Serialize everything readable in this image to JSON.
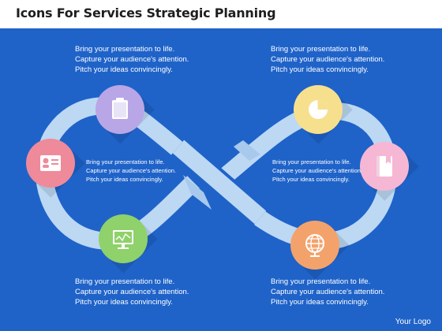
{
  "title": "Icons For Services Strategic Planning",
  "logo": "Your Logo",
  "colors": {
    "background": "#1f63c9",
    "loop": "#bcd8f3",
    "title_bar": "#ffffff"
  },
  "nodes": [
    {
      "icon": "clipboard-icon",
      "color": "#b9a6e6"
    },
    {
      "icon": "id-card-icon",
      "color": "#ef8a9a"
    },
    {
      "icon": "monitor-chart-icon",
      "color": "#8fd16a"
    },
    {
      "icon": "pie-chart-icon",
      "color": "#f6e08e"
    },
    {
      "icon": "notebook-icon",
      "color": "#f5b7d3"
    },
    {
      "icon": "globe-icon",
      "color": "#f4a26b"
    }
  ],
  "text_blocks": {
    "top_left": [
      "Bring your presentation to life.",
      "Capture your audience's attention.",
      "Pitch your ideas convincingly."
    ],
    "top_right": [
      "Bring your presentation to life.",
      "Capture your audience's attention.",
      "Pitch your ideas convincingly."
    ],
    "center_left": [
      "Bring your presentation to life.",
      "Capture your audience's attention.",
      "Pitch your ideas convincingly."
    ],
    "center_right": [
      "Bring your presentation to life.",
      "Capture your audience's attention.",
      "Pitch your ideas convincingly."
    ],
    "bottom_left": [
      "Bring your presentation to life.",
      "Capture your audience's attention.",
      "Pitch your ideas convincingly."
    ],
    "bottom_right": [
      "Bring your presentation to life.",
      "Capture your audience's attention.",
      "Pitch your ideas convincingly."
    ]
  }
}
